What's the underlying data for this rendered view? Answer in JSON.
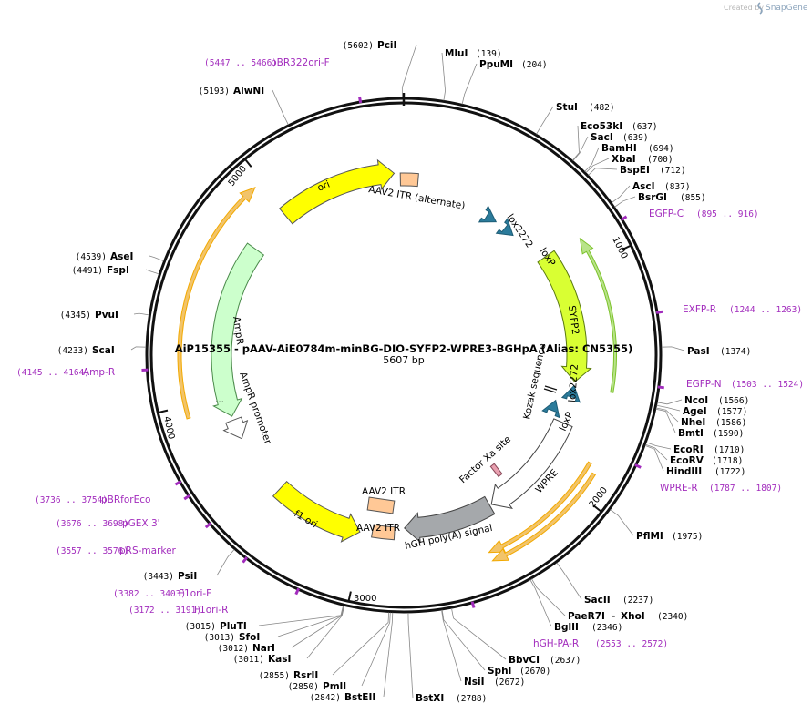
{
  "credit": {
    "prefix": "Created by",
    "brand": "SnapGene"
  },
  "plasmid": {
    "title": "AiP15355 - pAAV-AiE0784m-minBG-DIO-SYFP2-WPRE3-BGHpA (Alias: CN5355)",
    "size_label": "5607 bp",
    "length": 5607
  },
  "ticks": [
    {
      "pos": 1000,
      "label": "1000"
    },
    {
      "pos": 2000,
      "label": "2000"
    },
    {
      "pos": 3000,
      "label": "3000"
    },
    {
      "pos": 4000,
      "label": "4000"
    },
    {
      "pos": 5000,
      "label": "5000"
    }
  ],
  "enzymes": [
    {
      "name": "PciI",
      "pos": "(5602)",
      "bp": 5602,
      "side": "left"
    },
    {
      "name": "MluI",
      "pos": "(139)",
      "bp": 139,
      "side": "right"
    },
    {
      "name": "PpuMI",
      "pos": "(204)",
      "bp": 204,
      "side": "right"
    },
    {
      "name": "AlwNI",
      "pos": "(5193)",
      "bp": 5193,
      "side": "left"
    },
    {
      "name": "StuI",
      "pos": "(482)",
      "bp": 482,
      "side": "right"
    },
    {
      "name": "Eco53kI",
      "pos": "(637)",
      "bp": 637,
      "side": "right"
    },
    {
      "name": "SacI",
      "pos": "(639)",
      "bp": 639,
      "side": "right"
    },
    {
      "name": "BamHI",
      "pos": "(694)",
      "bp": 694,
      "side": "right"
    },
    {
      "name": "XbaI",
      "pos": "(700)",
      "bp": 700,
      "side": "right"
    },
    {
      "name": "BspEI",
      "pos": "(712)",
      "bp": 712,
      "side": "right"
    },
    {
      "name": "AscI",
      "pos": "(837)",
      "bp": 837,
      "side": "right"
    },
    {
      "name": "BsrGI",
      "pos": "(855)",
      "bp": 855,
      "side": "right"
    },
    {
      "name": "AseI",
      "pos": "(4539)",
      "bp": 4539,
      "side": "left"
    },
    {
      "name": "FspI",
      "pos": "(4491)",
      "bp": 4491,
      "side": "left"
    },
    {
      "name": "PvuI",
      "pos": "(4345)",
      "bp": 4345,
      "side": "left"
    },
    {
      "name": "ScaI",
      "pos": "(4233)",
      "bp": 4233,
      "side": "left"
    },
    {
      "name": "PasI",
      "pos": "(1374)",
      "bp": 1374,
      "side": "right"
    },
    {
      "name": "NcoI",
      "pos": "(1566)",
      "bp": 1566,
      "side": "right"
    },
    {
      "name": "AgeI",
      "pos": "(1577)",
      "bp": 1577,
      "side": "right"
    },
    {
      "name": "NheI",
      "pos": "(1586)",
      "bp": 1586,
      "side": "right"
    },
    {
      "name": "BmtI",
      "pos": "(1590)",
      "bp": 1590,
      "side": "right"
    },
    {
      "name": "EcoRI",
      "pos": "(1710)",
      "bp": 1710,
      "side": "right"
    },
    {
      "name": "EcoRV",
      "pos": "(1718)",
      "bp": 1718,
      "side": "right"
    },
    {
      "name": "HindIII",
      "pos": "(1722)",
      "bp": 1722,
      "side": "right"
    },
    {
      "name": "PflMI",
      "pos": "(1975)",
      "bp": 1975,
      "side": "right"
    },
    {
      "name": "SacII",
      "pos": "(2237)",
      "bp": 2237,
      "side": "right"
    },
    {
      "name": "PaeR7I",
      "pos": "",
      "bp": 2340,
      "side": "right"
    },
    {
      "name": "XhoI",
      "pos": "(2340)",
      "bp": 2340,
      "side": "right"
    },
    {
      "name": "BglII",
      "pos": "(2346)",
      "bp": 2346,
      "side": "right"
    },
    {
      "name": "BbvCI",
      "pos": "(2637)",
      "bp": 2637,
      "side": "right"
    },
    {
      "name": "SphI",
      "pos": "(2670)",
      "bp": 2670,
      "side": "right"
    },
    {
      "name": "NsiI",
      "pos": "(2672)",
      "bp": 2672,
      "side": "right"
    },
    {
      "name": "BstXI",
      "pos": "(2788)",
      "bp": 2788,
      "side": "right"
    },
    {
      "name": "PsiI",
      "pos": "(3443)",
      "bp": 3443,
      "side": "left"
    },
    {
      "name": "PluTI",
      "pos": "(3015)",
      "bp": 3015,
      "side": "left"
    },
    {
      "name": "SfoI",
      "pos": "(3013)",
      "bp": 3013,
      "side": "left"
    },
    {
      "name": "NarI",
      "pos": "(3012)",
      "bp": 3012,
      "side": "left"
    },
    {
      "name": "KasI",
      "pos": "(3011)",
      "bp": 3011,
      "side": "left"
    },
    {
      "name": "RsrII",
      "pos": "(2855)",
      "bp": 2855,
      "side": "left"
    },
    {
      "name": "PmlI",
      "pos": "(2850)",
      "bp": 2850,
      "side": "left"
    },
    {
      "name": "BstEII",
      "pos": "(2842)",
      "bp": 2842,
      "side": "left"
    }
  ],
  "primers": [
    {
      "name": "pBR322ori-F",
      "range": "(5447 .. 5466)",
      "bp": 5456
    },
    {
      "name": "EGFP-C",
      "range": "(895 .. 916)",
      "bp": 905
    },
    {
      "name": "EXFP-R",
      "range": "(1244 .. 1263)",
      "bp": 1253
    },
    {
      "name": "EGFP-N",
      "range": "(1503 .. 1524)",
      "bp": 1513
    },
    {
      "name": "WPRE-R",
      "range": "(1787 .. 1807)",
      "bp": 1797
    },
    {
      "name": "hGH-PA-R",
      "range": "(2553 .. 2572)",
      "bp": 2562
    },
    {
      "name": "Amp-R",
      "range": "(4145 .. 4164)",
      "bp": 4154
    },
    {
      "name": "pBRforEco",
      "range": "(3736 .. 3754)",
      "bp": 3745
    },
    {
      "name": "pGEX 3'",
      "range": "(3676 .. 3698)",
      "bp": 3687
    },
    {
      "name": "pRS-marker",
      "range": "(3557 .. 3576)",
      "bp": 3566
    },
    {
      "name": "F1ori-F",
      "range": "(3382 .. 3403)",
      "bp": 3392
    },
    {
      "name": "F1ori-R",
      "range": "(3172 .. 3191)",
      "bp": 3181
    }
  ],
  "features": [
    {
      "name": "ori",
      "color": "#ffff00"
    },
    {
      "name": "AAV2 ITR (alternate)",
      "color": "#ffc896"
    },
    {
      "name": "lox2272",
      "color": "#2b7b9b"
    },
    {
      "name": "loxP",
      "color": "#2b7b9b"
    },
    {
      "name": "SYFP2",
      "color": "#d9ff33"
    },
    {
      "name": "Kozak sequence",
      "color": "#000000"
    },
    {
      "name": "lox2272",
      "color": "#2b7b9b"
    },
    {
      "name": "loxP",
      "color": "#2b7b9b"
    },
    {
      "name": "Factor Xa site",
      "color": "#e9a0b0"
    },
    {
      "name": "WPRE",
      "color": "#ffffff"
    },
    {
      "name": "hGH poly(A) signal",
      "color": "#a5a8ab"
    },
    {
      "name": "AAV2 ITR",
      "color": "#ffc896"
    },
    {
      "name": "AAV2 ITR",
      "color": "#ffc896"
    },
    {
      "name": "f1 ori",
      "color": "#ffff00"
    },
    {
      "name": "AmpR",
      "color": "#ccffcc"
    },
    {
      "name": "AmpR promoter",
      "color": "#ffffff"
    }
  ],
  "colors": {
    "backbone": "#111111",
    "primer": "#a22cbd",
    "orf": "#f2a900",
    "orf_syfp2": "#7cc22a"
  }
}
